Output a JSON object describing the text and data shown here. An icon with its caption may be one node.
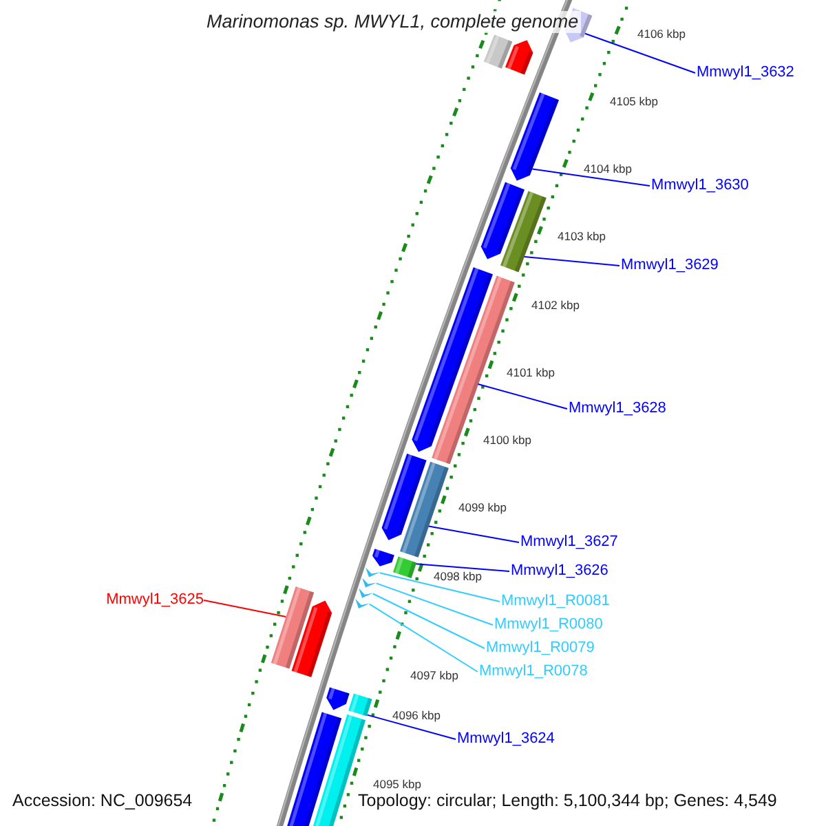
{
  "diagram": {
    "title": "Marinomonas sp. MWYL1, complete genome",
    "nodes": [
      {
        "text": [
          "Mmwyl1_3632"
        ]
      },
      {
        "text": [
          "Mmwyl1_3630"
        ]
      },
      {
        "text": [
          "Mmwyl1_3629"
        ]
      },
      {
        "text": [
          "Mmwyl1_3628"
        ]
      },
      {
        "text": [
          "Mmwyl1_3627"
        ]
      },
      {
        "text": [
          "Mmwyl1_3626"
        ]
      },
      {
        "text": [
          "Mmwyl1_3625"
        ]
      },
      {
        "text": [
          "Mmwyl1_R0081"
        ]
      },
      {
        "text": [
          "Mmwyl1_R0080"
        ]
      },
      {
        "text": [
          "Mmwyl1_R0079"
        ]
      },
      {
        "text": [
          "Mmwyl1_R0078"
        ]
      },
      {
        "text": [
          "Mmwyl1_3624"
        ]
      },
      {
        "text": [],
        "shape": "arrow"
      },
      {
        "text": [],
        "shape": "arrow"
      },
      {
        "text": [],
        "shape": "bar"
      },
      {
        "text": [],
        "shape": "bar"
      },
      {
        "text": [],
        "shape": "bar"
      },
      {
        "text": [],
        "shape": "bar"
      },
      {
        "text": [],
        "shape": "bar"
      },
      {
        "text": [],
        "shape": "chevron"
      },
      {
        "text": [],
        "shape": "chevron"
      },
      {
        "text": [],
        "shape": "chevron"
      },
      {
        "text": [],
        "shape": "chevron"
      },
      {
        "text": [],
        "shape": "bar"
      }
    ],
    "edges": [
      {
        "from": 0,
        "to": 12,
        "arrow": "none"
      },
      {
        "from": 1,
        "to": 13,
        "arrow": "none"
      },
      {
        "from": 2,
        "to": 14,
        "arrow": "none"
      },
      {
        "from": 3,
        "to": 15,
        "arrow": "none"
      },
      {
        "from": 4,
        "to": 16,
        "arrow": "none"
      },
      {
        "from": 5,
        "to": 17,
        "arrow": "none"
      },
      {
        "from": 6,
        "to": 18,
        "arrow": "none",
        "color": "#ff0000"
      },
      {
        "from": 7,
        "to": 19,
        "arrow": "none",
        "color": "#33ccff"
      },
      {
        "from": 8,
        "to": 20,
        "arrow": "none",
        "color": "#33ccff"
      },
      {
        "from": 9,
        "to": 21,
        "arrow": "none",
        "color": "#33ccff"
      },
      {
        "from": 10,
        "to": 22,
        "arrow": "none",
        "color": "#33ccff"
      },
      {
        "from": 11,
        "to": 23,
        "arrow": "none"
      }
    ],
    "labels": [
      "4106 kbp",
      "4105 kbp",
      "4104 kbp",
      "4103 kbp",
      "4102 kbp",
      "4101 kbp",
      "4100 kbp",
      "4099 kbp",
      "4098 kbp",
      "4097 kbp",
      "4096 kbp",
      "4095 kbp",
      "Accession: NC_009654",
      "Topology: circular; Length: 5,100,344 bp; Genes: 4,549"
    ]
  }
}
